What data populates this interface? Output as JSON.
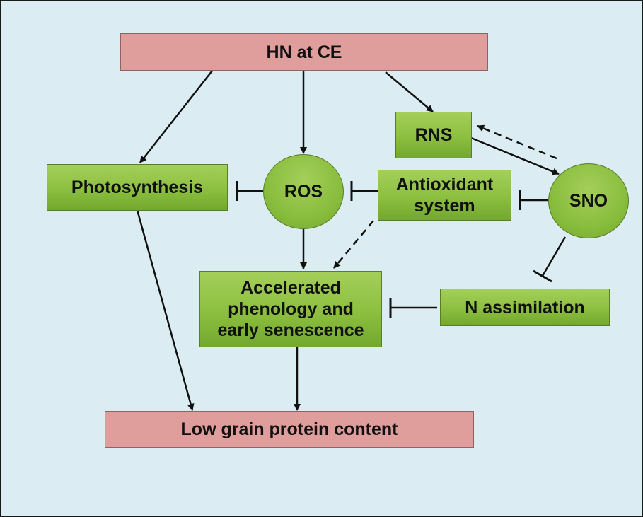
{
  "nodes": {
    "hn_at_ce": "HN at CE",
    "rns": "RNS",
    "photosynthesis": "Photosynthesis",
    "ros": "ROS",
    "antioxidant_system": "Antioxidant system",
    "sno": "SNO",
    "accelerated_phenology": "Accelerated phenology and early senescence",
    "n_assimilation": "N assimilation",
    "low_grain_protein": "Low grain protein content"
  },
  "edges": [
    {
      "from": "hn_at_ce",
      "to": "photosynthesis",
      "type": "activates",
      "style": "solid"
    },
    {
      "from": "hn_at_ce",
      "to": "ros",
      "type": "activates",
      "style": "solid"
    },
    {
      "from": "hn_at_ce",
      "to": "rns",
      "type": "activates",
      "style": "solid"
    },
    {
      "from": "rns",
      "to": "sno",
      "type": "activates",
      "style": "solid"
    },
    {
      "from": "sno",
      "to": "rns",
      "type": "activates",
      "style": "dashed"
    },
    {
      "from": "ros",
      "to": "photosynthesis",
      "type": "inhibits",
      "style": "solid"
    },
    {
      "from": "antioxidant_system",
      "to": "ros",
      "type": "inhibits",
      "style": "solid"
    },
    {
      "from": "sno",
      "to": "antioxidant_system",
      "type": "inhibits",
      "style": "solid"
    },
    {
      "from": "sno",
      "to": "n_assimilation",
      "type": "inhibits",
      "style": "solid"
    },
    {
      "from": "ros",
      "to": "accelerated_phenology",
      "type": "activates",
      "style": "solid"
    },
    {
      "from": "antioxidant_system",
      "to": "accelerated_phenology",
      "type": "activates",
      "style": "dashed"
    },
    {
      "from": "n_assimilation",
      "to": "accelerated_phenology",
      "type": "inhibits",
      "style": "solid"
    },
    {
      "from": "photosynthesis",
      "to": "low_grain_protein",
      "type": "activates",
      "style": "solid"
    },
    {
      "from": "accelerated_phenology",
      "to": "low_grain_protein",
      "type": "activates",
      "style": "solid"
    }
  ],
  "colors": {
    "background": "#dbedf3",
    "outcome_box": "#df9d9c",
    "node_green": "#8cbf3f",
    "line": "#111111"
  }
}
